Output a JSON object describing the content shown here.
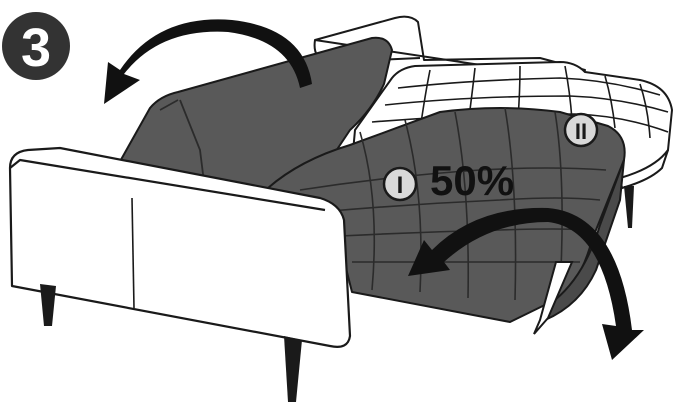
{
  "step": {
    "number": "3"
  },
  "labels": {
    "marker_one": "I",
    "marker_two": "II",
    "percentage": "50%"
  },
  "colors": {
    "outline": "#1a1a1a",
    "seat_fill": "#ffffff",
    "cushion_fill": "#595959",
    "cushion_line": "#2b2b2b",
    "arrow_fill": "#111111",
    "step_badge": "#333333",
    "marker_fill": "#d9d9d9"
  },
  "icons": {
    "step_badge": "circled-number-3",
    "rotate_back_arrow": "curved-arrow-counterclockwise",
    "rotate_seat_arrow": "curved-arrow-clockwise"
  }
}
